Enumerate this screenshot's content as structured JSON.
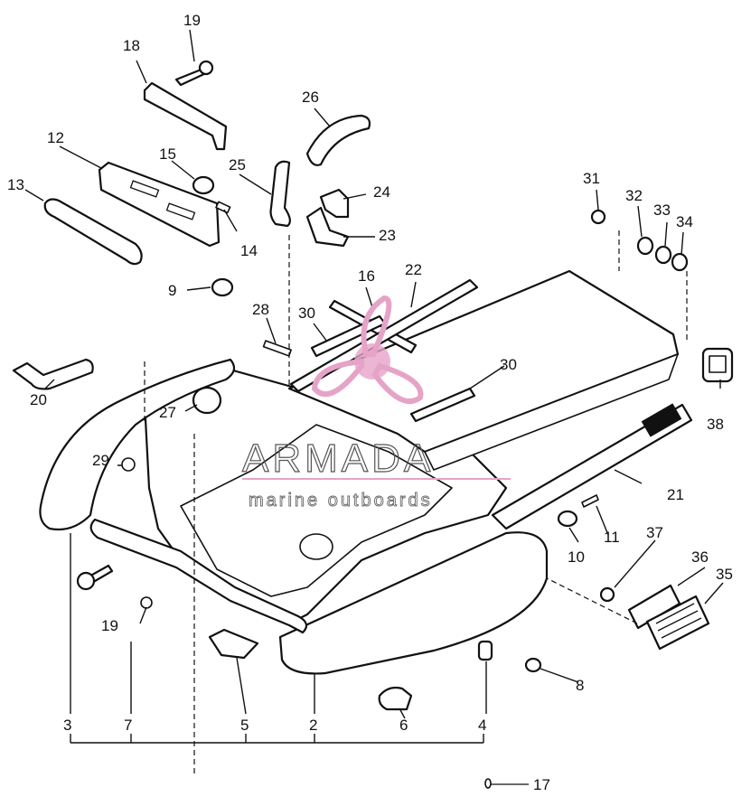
{
  "watermark": {
    "brand": "ARMADA",
    "tagline": "marine outboards",
    "accent_color": "#e6a3c8"
  },
  "callouts": {
    "c2": "2",
    "c3": "3",
    "c4": "4",
    "c5": "5",
    "c6": "6",
    "c7": "7",
    "c8": "8",
    "c9": "9",
    "c10": "10",
    "c11": "11",
    "c12": "12",
    "c13": "13",
    "c14": "14",
    "c15": "15",
    "c16": "16",
    "c17": "17",
    "c18": "18",
    "c19a": "19",
    "c19b": "19",
    "c20": "20",
    "c21": "21",
    "c22": "22",
    "c23": "23",
    "c24": "24",
    "c25": "25",
    "c26": "26",
    "c27": "27",
    "c28": "28",
    "c29": "29",
    "c30a": "30",
    "c30b": "30",
    "c31": "31",
    "c32": "32",
    "c33": "33",
    "c34": "34",
    "c35": "35",
    "c36": "36",
    "c37": "37",
    "c38": "38"
  }
}
